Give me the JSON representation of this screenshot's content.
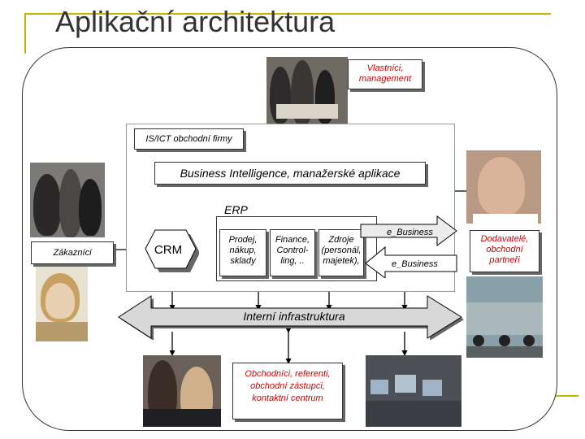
{
  "title": "Aplikační architektura",
  "owners_label": "Vlastníci, management",
  "isict_label": "IS/ICT obchodní firmy",
  "bi_label": "Business Intelligence, manažerské aplikace",
  "erp_label": "ERP",
  "customers_label": "Zákazníci",
  "crm_label": "CRM",
  "modules": [
    {
      "text": "Prodej, nákup, sklady"
    },
    {
      "text": "Finance, Control-ling, .."
    },
    {
      "text": "Zdroje (personál, majetek),"
    }
  ],
  "ebiz_top_label": "e_Business",
  "ebiz_bottom_label": "e_Business",
  "suppliers_label": "Dodavatelé, obchodní partneři",
  "infra_label": "Interní infrastruktura",
  "sales_label": "Obchodníci, referenti, obchodní zástupci, kontaktní centrum",
  "colors": {
    "accent": "#c8b400",
    "red_text": "#cc0000",
    "shadow": "#666666"
  }
}
